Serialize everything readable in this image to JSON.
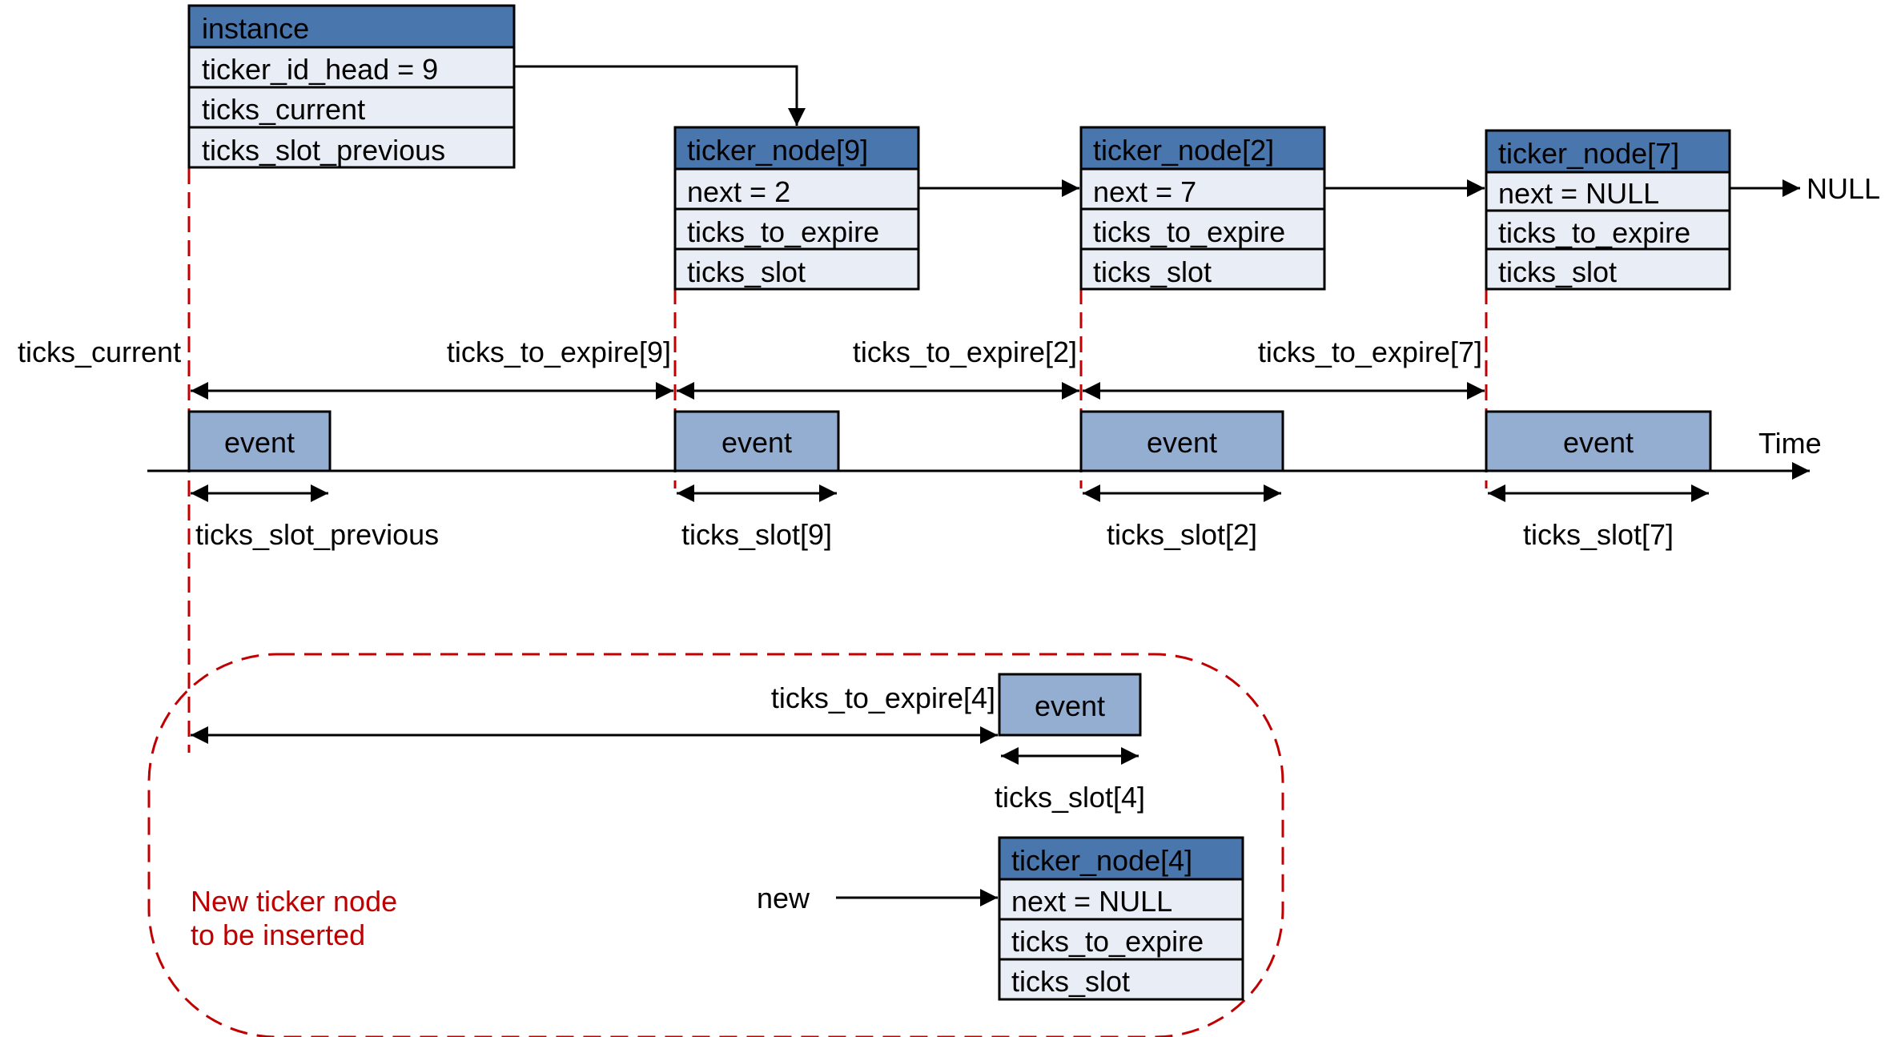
{
  "instance": {
    "title": "instance",
    "rows": [
      "ticker_id_head = 9",
      "ticks_current",
      "ticks_slot_previous"
    ]
  },
  "nodes": {
    "n9": {
      "title": "ticker_node[9]",
      "rows": [
        "next = 2",
        "ticks_to_expire",
        "ticks_slot"
      ]
    },
    "n2": {
      "title": "ticker_node[2]",
      "rows": [
        "next = 7",
        "ticks_to_expire",
        "ticks_slot"
      ]
    },
    "n7": {
      "title": "ticker_node[7]",
      "rows": [
        "next = NULL",
        "ticks_to_expire",
        "ticks_slot"
      ]
    },
    "n4": {
      "title": "ticker_node[4]",
      "rows": [
        "next = NULL",
        "ticks_to_expire",
        "ticks_slot"
      ]
    }
  },
  "null_label": "NULL",
  "timeline": {
    "ticks_current": "ticks_current",
    "time_label": "Time",
    "event_label": "event",
    "expire_labels": [
      "ticks_to_expire[9]",
      "ticks_to_expire[2]",
      "ticks_to_expire[7]"
    ],
    "slot_labels": [
      "ticks_slot_previous",
      "ticks_slot[9]",
      "ticks_slot[2]",
      "ticks_slot[7]"
    ]
  },
  "insertion": {
    "expire_label": "ticks_to_expire[4]",
    "event_label": "event",
    "slot_label": "ticks_slot[4]",
    "new_label": "new",
    "note_line1": "New ticker node",
    "note_line2": "to be inserted"
  },
  "colors": {
    "header": "#4a76ae",
    "row": "#e9edf5",
    "event": "#94aed2",
    "dashed": "#c00000"
  }
}
